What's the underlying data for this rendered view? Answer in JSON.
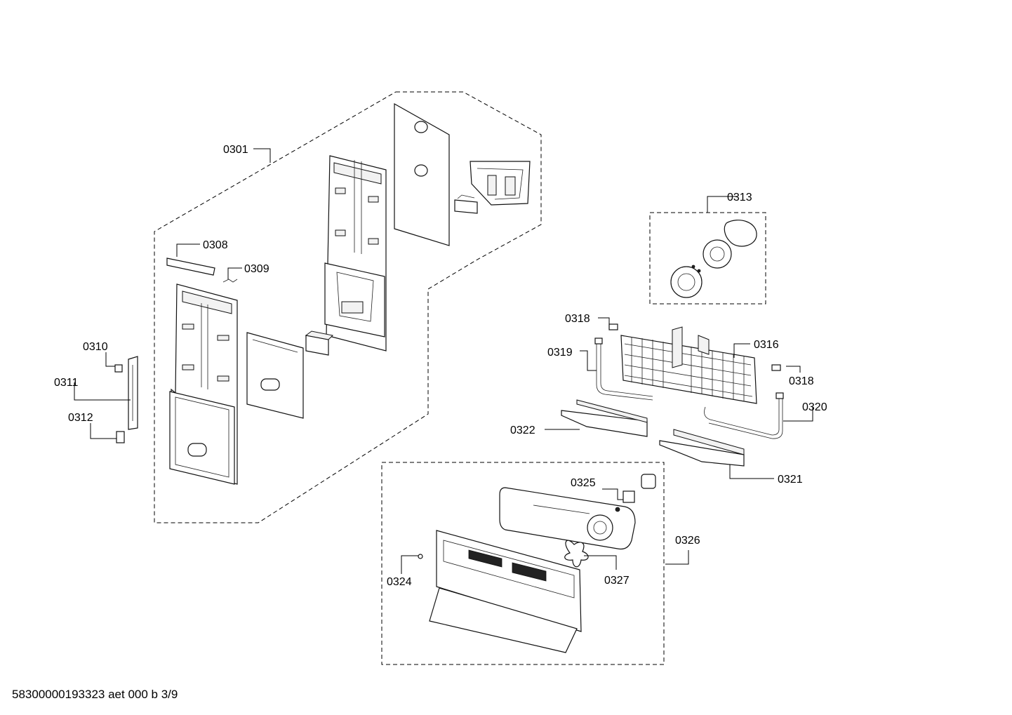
{
  "labels": {
    "p0301": "0301",
    "p0308": "0308",
    "p0309": "0309",
    "p0310": "0310",
    "p0311": "0311",
    "p0312": "0312",
    "p0313": "0313",
    "p0316": "0316",
    "p0318a": "0318",
    "p0318b": "0318",
    "p0319": "0319",
    "p0320": "0320",
    "p0321": "0321",
    "p0322": "0322",
    "p0324": "0324",
    "p0325": "0325",
    "p0326": "0326",
    "p0327": "0327"
  },
  "footer": "58300000193323 aet 000 b 3/9"
}
